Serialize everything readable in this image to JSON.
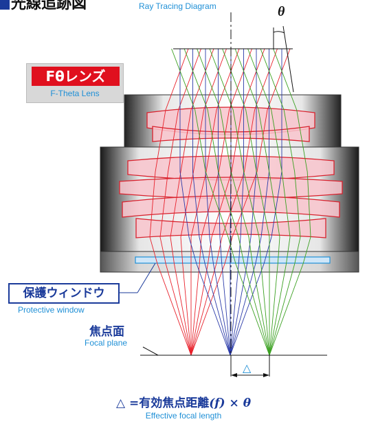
{
  "title": {
    "jp": "光線追跡図",
    "en": "Ray Tracing Diagram"
  },
  "theta_symbol": "θ",
  "lens_badge": {
    "jp": "Fθレンズ",
    "en": "F-Theta Lens"
  },
  "protective_window": {
    "jp": "保護ウィンドウ",
    "en": "Protective window"
  },
  "focal_plane": {
    "jp": "焦点面",
    "en": "Focal plane"
  },
  "delta_symbol": "△",
  "formula": {
    "lhs": "△",
    "eq": "=",
    "text": "有効焦点距離",
    "f": "(f)",
    "times": "×",
    "theta": "θ"
  },
  "effective_focal_length_en": "Effective focal length",
  "colors": {
    "title_blue": "#1a3a9a",
    "label_blue": "#1e8fd6",
    "badge_red": "#e0101e",
    "ray_red": "#e8202a",
    "ray_blue": "#2a3aa8",
    "ray_green": "#3aa020",
    "lens_fill": "#f8c4cc",
    "lens_stroke": "#d8202c"
  }
}
